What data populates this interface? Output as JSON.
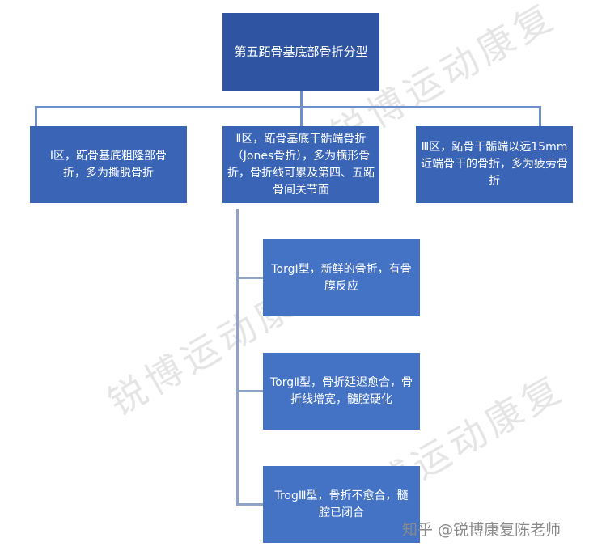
{
  "diagram": {
    "root": {
      "label": "第五跖骨基底部骨折分型"
    },
    "zones": [
      {
        "label": "Ⅰ区，跖骨基底粗隆部骨折，多为撕脱骨折"
      },
      {
        "label": "Ⅱ区，跖骨基底干骺端骨折（Jones骨折），多为横形骨折，骨折线可累及第四、五跖骨间关节面"
      },
      {
        "label": "Ⅲ区，跖骨干骺端以远15mm近端骨干的骨折，多为疲劳骨折"
      }
    ],
    "torg_types": [
      {
        "label": "TorgⅠ型，新鲜的骨折，有骨膜反应"
      },
      {
        "label": "TorgⅡ型，骨折延迟愈合，骨折线增宽，髓腔硬化"
      },
      {
        "label": "TrogⅢ型，骨折不愈合，髓腔已闭合"
      }
    ],
    "colors": {
      "root_box": "#2f55a2",
      "zone_box": "#3a65b6",
      "child_box": "#4472c4",
      "connector": "#8fa3c9",
      "text": "#ffffff"
    }
  },
  "watermarks": [
    "锐博运动康复",
    "锐博运动康复",
    "锐博运动康复",
    "锐博运动康复"
  ],
  "credit": {
    "platform": "知乎",
    "author": "@锐博康复陈老师"
  }
}
